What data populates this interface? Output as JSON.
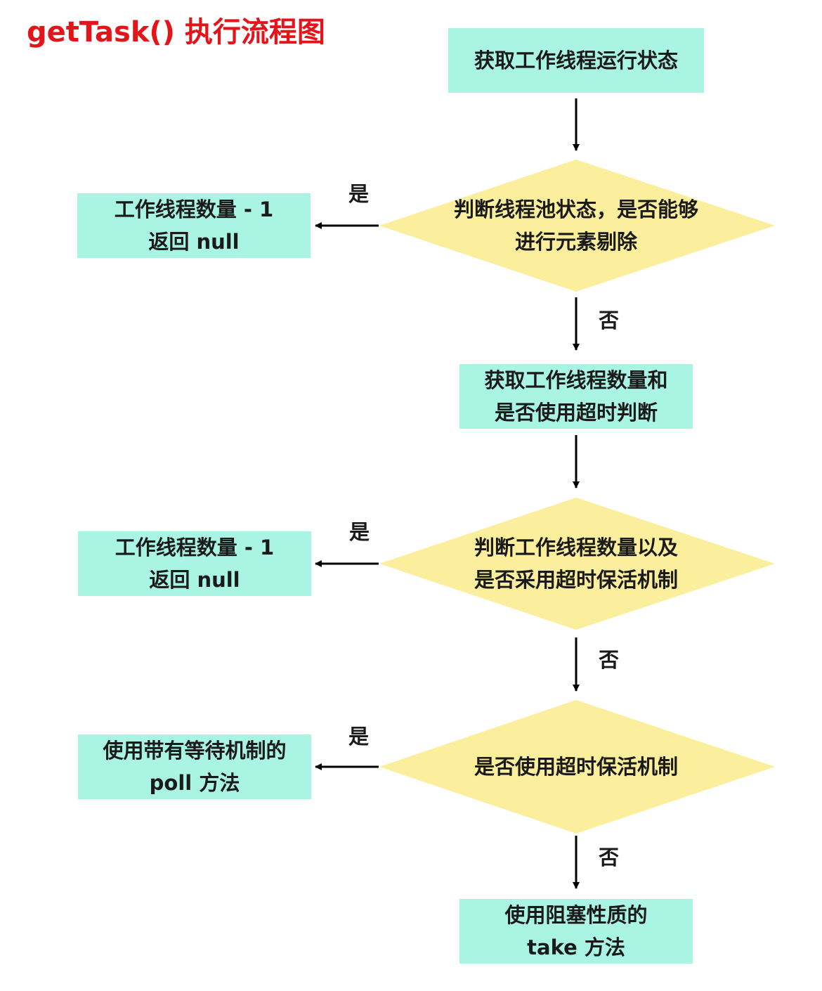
{
  "title": "getTask() 执行流程图",
  "colors": {
    "title": "#e3151b",
    "process_fill": "#aaf4e4",
    "decision_fill": "#fbee9d",
    "arrow": "#000000",
    "text": "#1a1a1a"
  },
  "nodes": {
    "start": {
      "lines": [
        "获取工作线程运行状态"
      ]
    },
    "decision1": {
      "lines": [
        "判断线程池状态，是否能够",
        "进行元素剔除"
      ]
    },
    "result1": {
      "lines": [
        "工作线程数量 - 1",
        "返回 null"
      ]
    },
    "step2": {
      "lines": [
        "获取工作线程数量和",
        "是否使用超时判断"
      ]
    },
    "decision2": {
      "lines": [
        "判断工作线程数量以及",
        "是否采用超时保活机制"
      ]
    },
    "result2": {
      "lines": [
        "工作线程数量 - 1",
        "返回 null"
      ]
    },
    "decision3": {
      "lines": [
        "是否使用超时保活机制"
      ]
    },
    "result3": {
      "lines": [
        "使用带有等待机制的",
        "poll 方法"
      ]
    },
    "end": {
      "lines": [
        "使用阻塞性质的",
        "take 方法"
      ]
    }
  },
  "edge_labels": {
    "yes": "是",
    "no": "否"
  }
}
